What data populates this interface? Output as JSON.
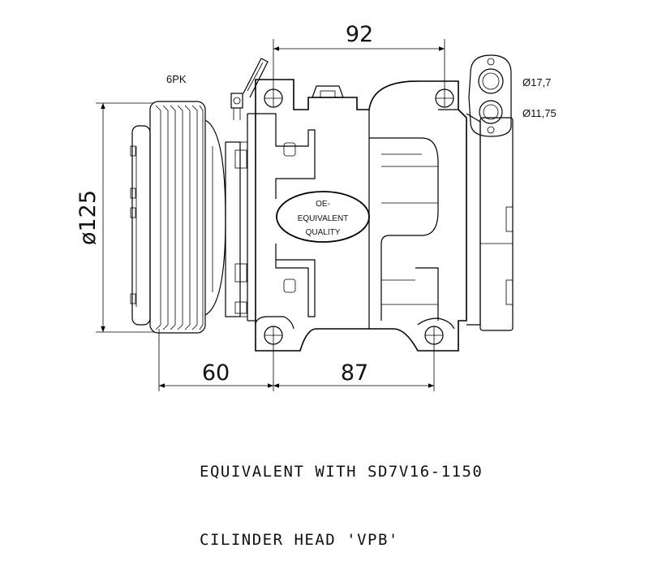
{
  "labels": {
    "belt": "6PK",
    "pulley_diameter": "ø125",
    "top_width": "92",
    "bottom_left": "60",
    "bottom_right": "87",
    "port_large": "Ø17,7",
    "port_small": "Ø11,75",
    "badge_line1": "OE-",
    "badge_line2": "EQUIVALENT",
    "badge_line3": "QUALITY"
  },
  "notes": {
    "line1": "EQUIVALENT WITH SD7V16-1150",
    "line2": "CILINDER HEAD 'VPB'"
  }
}
